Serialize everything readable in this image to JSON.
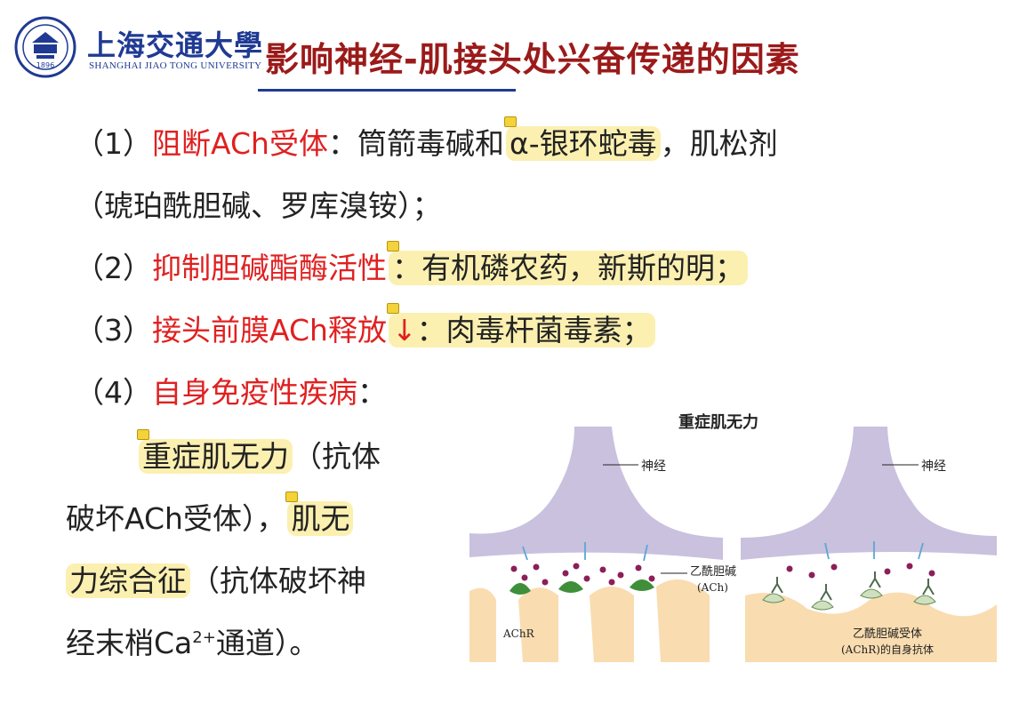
{
  "logo": {
    "cn": "上海交通大學",
    "en": "SHANGHAI JIAO TONG UNIVERSITY",
    "year": "1896"
  },
  "title": "影响神经-肌接头处兴奋传递的因素",
  "items": {
    "i1": {
      "num": "（1）",
      "label": "阻断ACh受体",
      "colon": "：",
      "text_a": "筒箭毒碱和",
      "hl": "α-银环蛇毒",
      "text_b": "，肌松剂",
      "line2": "（琥珀酰胆碱、罗库溴铵）；"
    },
    "i2": {
      "num": "（2）",
      "label": "抑制胆碱酯酶活性",
      "text": "：有机磷农药，新斯的明；"
    },
    "i3": {
      "num": "（3）",
      "label": "接头前膜ACh释放",
      "arrow": "↓",
      "text": "：肉毒杆菌毒素；"
    },
    "i4": {
      "num": "（4）",
      "label": "自身免疫性疾病",
      "colon": "：",
      "mg": "重症肌无力",
      "mg_paren_a": "（抗体",
      "mg_paren_b": "破坏ACh受体），",
      "lems_a": "肌无",
      "lems_b": "力综合征",
      "lems_paren_a": "（抗体破坏神",
      "lems_paren_b_pre": "经末梢Ca",
      "lems_sup": "2+",
      "lems_paren_b_post": "通道）。"
    }
  },
  "figure": {
    "title": "重症肌无力",
    "nerve_left": "神经",
    "nerve_right": "神经",
    "ach": "乙酰胆碱",
    "ach_abbr": "(ACh)",
    "achr": "AChR",
    "antibody_1": "乙酰胆碱受体",
    "antibody_2": "(AChR)的自身抗体",
    "colors": {
      "nerve": "#c9c1de",
      "muscle": "#f9dcb0",
      "ach": "#8c1f5a",
      "receptor": "#3f8f3a",
      "damaged": "#cfe0bf"
    }
  }
}
